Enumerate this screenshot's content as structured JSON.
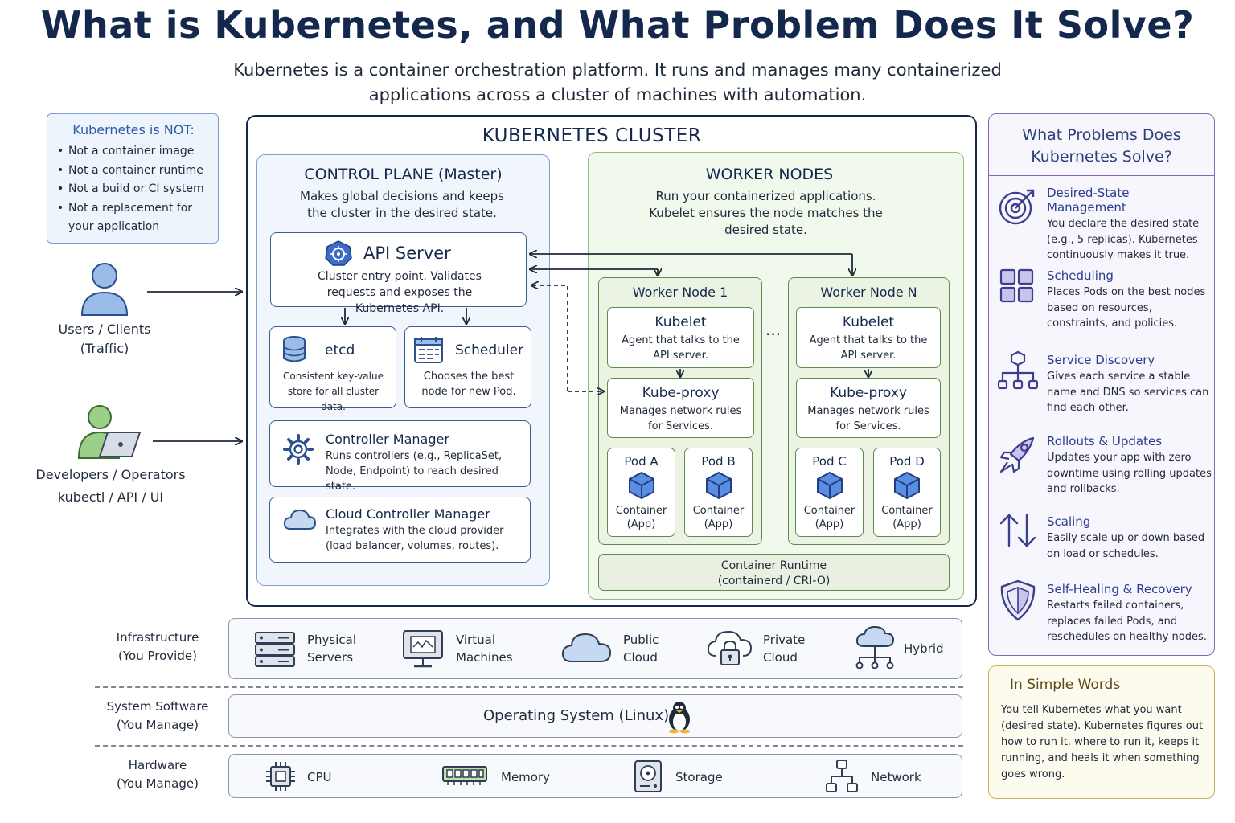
{
  "title": "What is Kubernetes, and What Problem Does It Solve?",
  "subtitle": "Kubernetes is a container orchestration platform. It runs and manages many containerized applications across a cluster of machines with automation.",
  "not_box": {
    "title": "Kubernetes is NOT:",
    "items": [
      "Not a container image",
      "Not a container runtime",
      "Not a build or CI system",
      "Not a replacement for your application"
    ]
  },
  "actors": {
    "users": {
      "line1": "Users / Clients",
      "line2": "(Traffic)"
    },
    "developers": {
      "line1": "Developers / Operators",
      "line2": "kubectl / API / UI"
    }
  },
  "cluster": {
    "title": "KUBERNETES CLUSTER",
    "control_plane": {
      "title": "CONTROL PLANE (Master)",
      "desc": "Makes global decisions and keeps the cluster in the desired state.",
      "api_server": {
        "title": "API Server",
        "desc": "Cluster entry point. Validates requests and exposes the Kubernetes API."
      },
      "etcd": {
        "title": "etcd",
        "desc": "Consistent key-value store for all cluster data."
      },
      "scheduler": {
        "title": "Scheduler",
        "desc": "Chooses the best node for new Pod."
      },
      "controller_manager": {
        "title": "Controller Manager",
        "desc": "Runs controllers (e.g., ReplicaSet, Node, Endpoint) to reach desired state."
      },
      "cloud_controller_manager": {
        "title": "Cloud Controller Manager",
        "desc": "Integrates with the cloud provider (load balancer, volumes, routes)."
      }
    },
    "worker_nodes": {
      "title": "WORKER NODES",
      "desc": "Run your containerized applications. Kubelet ensures the node matches the desired state.",
      "ellipsis": "...",
      "nodes": [
        {
          "title": "Worker Node 1",
          "kubelet": {
            "title": "Kubelet",
            "desc": "Agent that talks to the API server."
          },
          "kube_proxy": {
            "title": "Kube-proxy",
            "desc": "Manages network rules for Services."
          },
          "pods": [
            {
              "name": "Pod A",
              "line1": "Container",
              "line2": "(App)"
            },
            {
              "name": "Pod B",
              "line1": "Container",
              "line2": "(App)"
            }
          ]
        },
        {
          "title": "Worker Node N",
          "kubelet": {
            "title": "Kubelet",
            "desc": "Agent that talks to the API server."
          },
          "kube_proxy": {
            "title": "Kube-proxy",
            "desc": "Manages network rules for Services."
          },
          "pods": [
            {
              "name": "Pod C",
              "line1": "Container",
              "line2": "(App)"
            },
            {
              "name": "Pod D",
              "line1": "Container",
              "line2": "(App)"
            }
          ]
        }
      ],
      "runtime": {
        "line1": "Container Runtime",
        "line2": "(containerd / CRI-O)"
      }
    }
  },
  "problems": {
    "title_line1": "What Problems Does",
    "title_line2": "Kubernetes Solve?",
    "items": [
      {
        "icon": "target-icon",
        "title": "Desired-State Management",
        "desc": "You declare the desired state (e.g., 5 replicas). Kubernetes continuously makes it true."
      },
      {
        "icon": "grid-icon",
        "title": "Scheduling",
        "desc": "Places Pods on the best nodes based on resources, constraints, and policies."
      },
      {
        "icon": "network-tree-icon",
        "title": "Service Discovery",
        "desc": "Gives each service a stable name and DNS so services can find each other."
      },
      {
        "icon": "rocket-icon",
        "title": "Rollouts & Updates",
        "desc": "Updates your app with zero downtime using rolling updates and rollbacks."
      },
      {
        "icon": "up-down-arrows-icon",
        "title": "Scaling",
        "desc": "Easily scale up or down based on load or schedules."
      },
      {
        "icon": "shield-icon",
        "title": "Self-Healing & Recovery",
        "desc": "Restarts failed containers, replaces failed Pods, and reschedules on healthy nodes."
      }
    ]
  },
  "simple_words": {
    "title": "In Simple Words",
    "text": "You tell Kubernetes what you want (desired state). Kubernetes figures out how to run it, where to run it, keeps it running, and heals it when something goes wrong."
  },
  "layers": {
    "infrastructure": {
      "label_line1": "Infrastructure",
      "label_line2": "(You Provide)",
      "items": [
        {
          "icon": "server-rack-icon",
          "line1": "Physical",
          "line2": "Servers"
        },
        {
          "icon": "monitor-icon",
          "line1": "Virtual",
          "line2": "Machines"
        },
        {
          "icon": "cloud-icon",
          "line1": "Public",
          "line2": "Cloud"
        },
        {
          "icon": "lock-cloud-icon",
          "line1": "Private",
          "line2": "Cloud"
        },
        {
          "icon": "hybrid-cloud-icon",
          "line1": "Hybrid",
          "line2": ""
        }
      ]
    },
    "system_software": {
      "label_line1": "System Software",
      "label_line2": "(You Manage)",
      "os": "Operating System (Linux)"
    },
    "hardware": {
      "label_line1": "Hardware",
      "label_line2": "(You Manage)",
      "items": [
        {
          "icon": "cpu-icon",
          "label": "CPU"
        },
        {
          "icon": "memory-icon",
          "label": "Memory"
        },
        {
          "icon": "storage-icon",
          "label": "Storage"
        },
        {
          "icon": "network-icon",
          "label": "Network"
        }
      ]
    }
  },
  "colors": {
    "navy": "#14284e",
    "control_plane_border": "#7e9ed4",
    "worker_border": "#8fbd7c",
    "problems_border": "#7a6cb5",
    "simple_border": "#c7b156"
  }
}
